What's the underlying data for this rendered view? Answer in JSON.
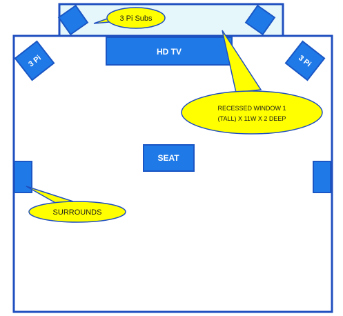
{
  "labels": {
    "hd_tv": "HD TV",
    "seat": "SEAT",
    "front_left_speaker": "3 Pi",
    "front_right_speaker": "3 Pi"
  },
  "callouts": {
    "subs": "3 Pi Subs",
    "window_line1": "RECESSED WINDOW 1",
    "window_line2": "(TALL) X 11W X 2 DEEP",
    "surrounds": "SURROUNDS"
  },
  "colors": {
    "room_outline": "#1f4fbf",
    "speaker_fill": "#1f7ae8",
    "speaker_stroke": "#1a56c4",
    "window_fill": "#e6f7fb",
    "callout_fill": "#ffff00",
    "callout_stroke": "#1f4fbf"
  }
}
